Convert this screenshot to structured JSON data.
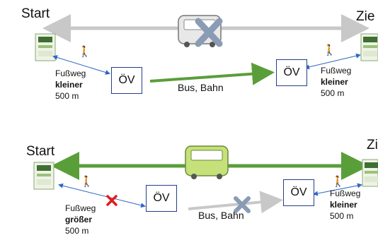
{
  "colors": {
    "green": "#5a9e3a",
    "gray": "#c8c8c8",
    "blue": "#2e67c4",
    "ov_border": "#233f8a",
    "cross_gray": "#8a9bb5",
    "cross_red": "#e31b1b"
  },
  "icons": {
    "walker": "walking-person-icon",
    "bus": "bus-icon",
    "station_sign": "bus-stop-sign-icon",
    "cross": "x-mark-icon"
  },
  "top": {
    "start_label": "Start",
    "ziel_label": "Zie",
    "ov_left": "ÖV",
    "ov_right": "ÖV",
    "bus_bahn": "Bus, Bahn",
    "left_walk": {
      "line1": "Fußweg",
      "line2": "kleiner",
      "line3": "500 m"
    },
    "right_walk": {
      "line1": "Fußweg",
      "line2": "kleiner",
      "line3": "500 m"
    }
  },
  "bottom": {
    "start_label": "Start",
    "ziel_label": "Zi",
    "ov_left": "ÖV",
    "ov_right": "ÖV",
    "bus_bahn": "Bus, Bahn",
    "left_walk": {
      "line1": "Fußweg",
      "line2": "größer",
      "line3": "500 m"
    },
    "right_walk": {
      "line1": "Fußweg",
      "line2": "kleiner",
      "line3": "500 m"
    }
  }
}
